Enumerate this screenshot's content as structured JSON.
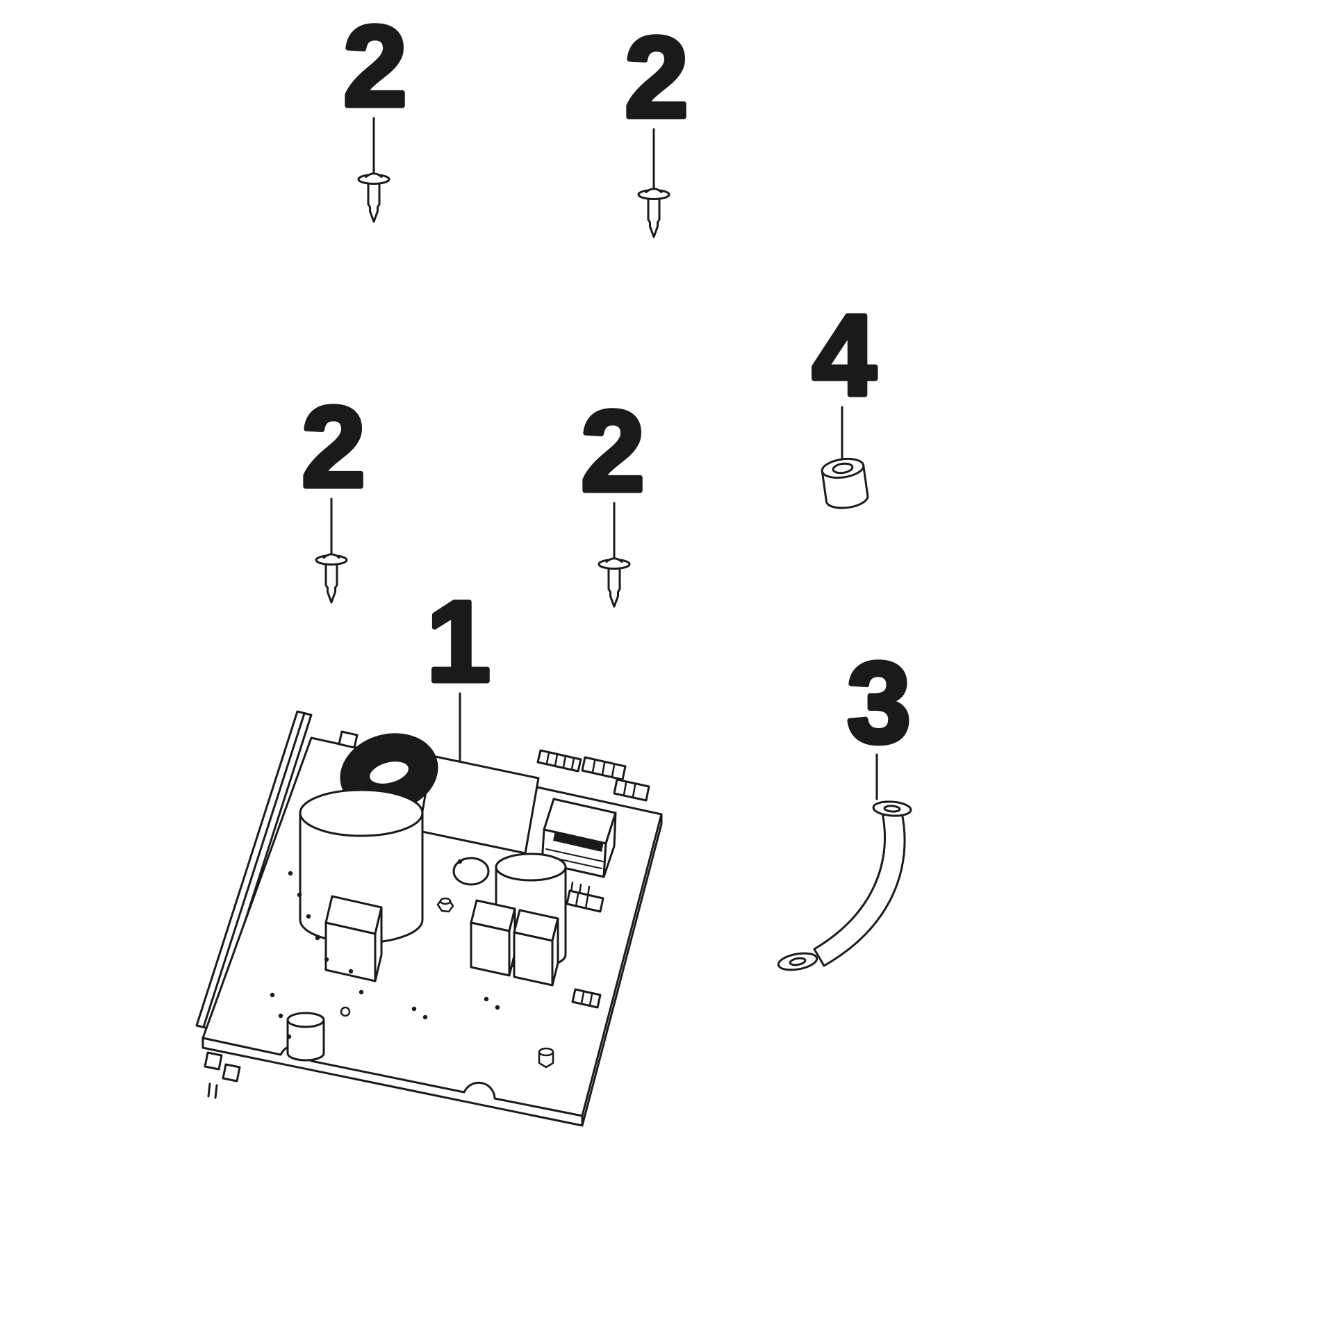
{
  "figure": {
    "callouts": {
      "board": "1",
      "screw_top_left": "2",
      "screw_top_right": "2",
      "screw_mid_left": "2",
      "screw_mid_right": "2",
      "ground_strap": "3",
      "spacer": "4"
    },
    "colors": {
      "background": "#ffffff",
      "line": "#1a1a1a"
    }
  }
}
